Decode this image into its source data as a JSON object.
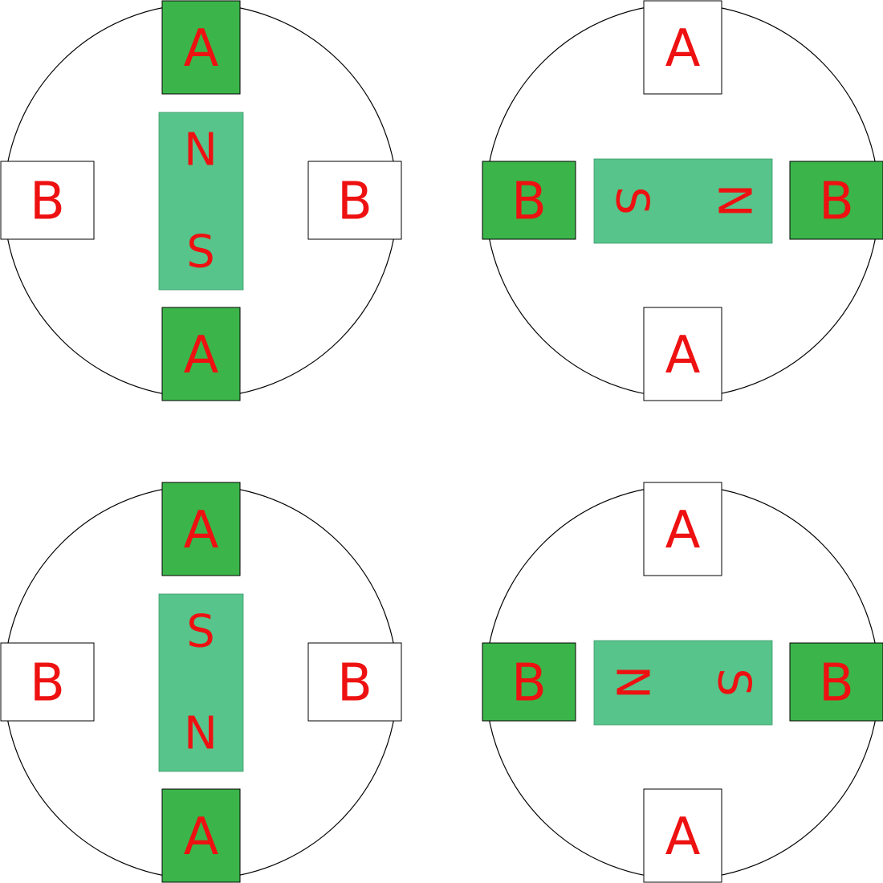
{
  "colors": {
    "pole_active": "#3bb54a",
    "pole_inactive": "#ffffff",
    "magnet": "#57c48b",
    "label": "#ee1111",
    "outline": "#000000"
  },
  "panels": [
    {
      "poles": {
        "top": "A",
        "bottom": "A",
        "left": "B",
        "right": "B"
      },
      "active": [
        "top",
        "bottom"
      ],
      "magnet": {
        "orientation": "vertical",
        "end1": "N",
        "end2": "S",
        "rotate": false
      }
    },
    {
      "poles": {
        "top": "A",
        "bottom": "A",
        "left": "B",
        "right": "B"
      },
      "active": [
        "left",
        "right"
      ],
      "magnet": {
        "orientation": "horizontal",
        "end1": "S",
        "end2": "N",
        "rotate": true
      }
    },
    {
      "poles": {
        "top": "A",
        "bottom": "A",
        "left": "B",
        "right": "B"
      },
      "active": [
        "top",
        "bottom"
      ],
      "magnet": {
        "orientation": "vertical",
        "end1": "S",
        "end2": "N",
        "rotate": false
      }
    },
    {
      "poles": {
        "top": "A",
        "bottom": "A",
        "left": "B",
        "right": "B"
      },
      "active": [
        "left",
        "right"
      ],
      "magnet": {
        "orientation": "horizontal",
        "end1": "N",
        "end2": "S",
        "rotate": true
      }
    }
  ]
}
